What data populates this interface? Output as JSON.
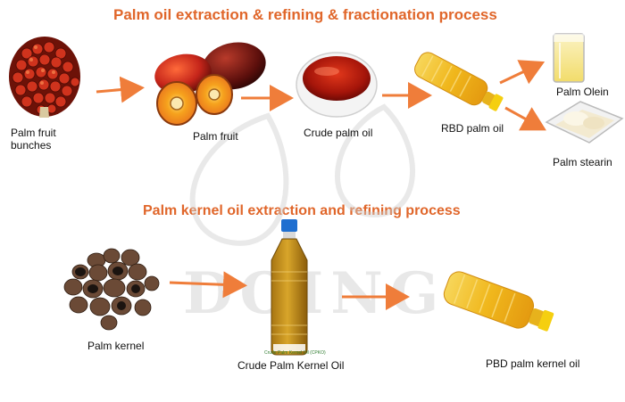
{
  "titles": {
    "palm_oil_process": "Palm oil extraction & refining & fractionation process",
    "kernel_process": "Palm kernel oil extraction and refining process"
  },
  "labels": {
    "fruit_bunches": "Palm fruit\nbunches",
    "palm_fruit": "Palm fruit",
    "crude_palm_oil": "Crude palm oil",
    "rbd_palm_oil": "RBD palm oil",
    "palm_olein": "Palm Olein",
    "palm_stearin": "Palm stearin",
    "palm_kernel": "Palm kernel",
    "crude_palm_kernel_oil": "Crude Palm Kernel Oil",
    "pbd_palm_kernel_oil": "PBD palm kernel oil",
    "bottle_label": "Crude Palm Kernel Oil (CPKO)"
  },
  "watermark": {
    "text": "DOING"
  },
  "colors": {
    "title": "#e0662a",
    "arrow": "#ef7d3a",
    "oil": "#f0c229",
    "crude_oil": "#b01b0a"
  }
}
